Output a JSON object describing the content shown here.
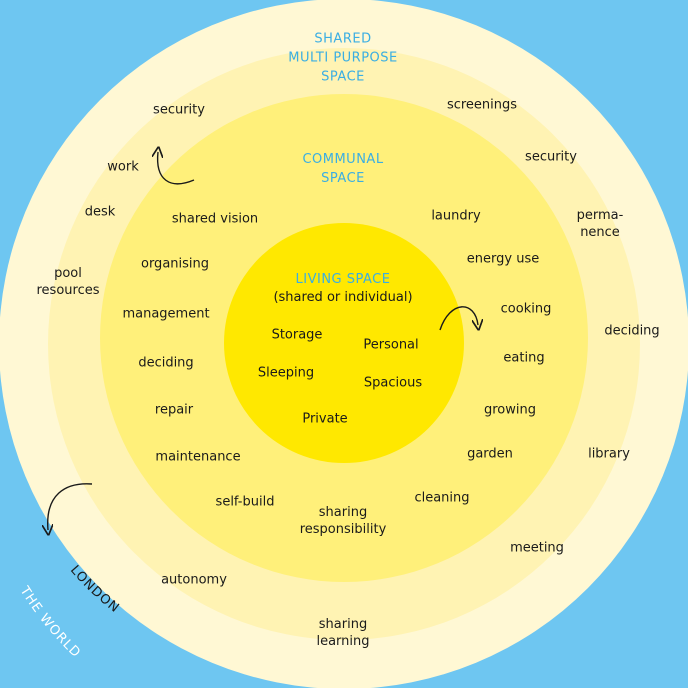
{
  "colors": {
    "background": "#6ec6f1",
    "outer_ring": "#fff8d4",
    "shared_ring": "#fff3b3",
    "communal_ring": "#fff07a",
    "living_core": "#ffe800",
    "heading": "#3aaee3",
    "text": "#1a1a1a"
  },
  "outer": {
    "world_label": "THE WORLD",
    "london_label": "LONDON"
  },
  "shared": {
    "title_lines": [
      "SHARED",
      "MULTI PURPOSE",
      "SPACE"
    ],
    "items": {
      "security_left": "security",
      "screenings": "screenings",
      "security_right": "security",
      "work": "work",
      "desk": "desk",
      "permanence_1": "perma-",
      "permanence_2": "nence",
      "pool_1": "pool",
      "pool_2": "resources",
      "deciding": "deciding",
      "library": "library",
      "meeting": "meeting",
      "autonomy": "autonomy",
      "sharing_learning_1": "sharing",
      "sharing_learning_2": "learning"
    }
  },
  "communal": {
    "title_lines": [
      "COMMUNAL",
      "SPACE"
    ],
    "items": {
      "shared_vision": "shared vision",
      "laundry": "laundry",
      "organising": "organising",
      "energy_use": "energy use",
      "management": "management",
      "cooking": "cooking",
      "deciding": "deciding",
      "eating": "eating",
      "repair": "repair",
      "growing": "growing",
      "maintenance": "maintenance",
      "garden": "garden",
      "self_build": "self-build",
      "cleaning": "cleaning",
      "sharing_resp_1": "sharing",
      "sharing_resp_2": "responsibility"
    }
  },
  "living": {
    "title": "LIVING SPACE",
    "subtitle": "(shared or individual)",
    "items": {
      "storage": "Storage",
      "personal": "Personal",
      "sleeping": "Sleeping",
      "spacious": "Spacious",
      "private": "Private"
    }
  },
  "icons": [
    "curved-arrow-icon"
  ]
}
